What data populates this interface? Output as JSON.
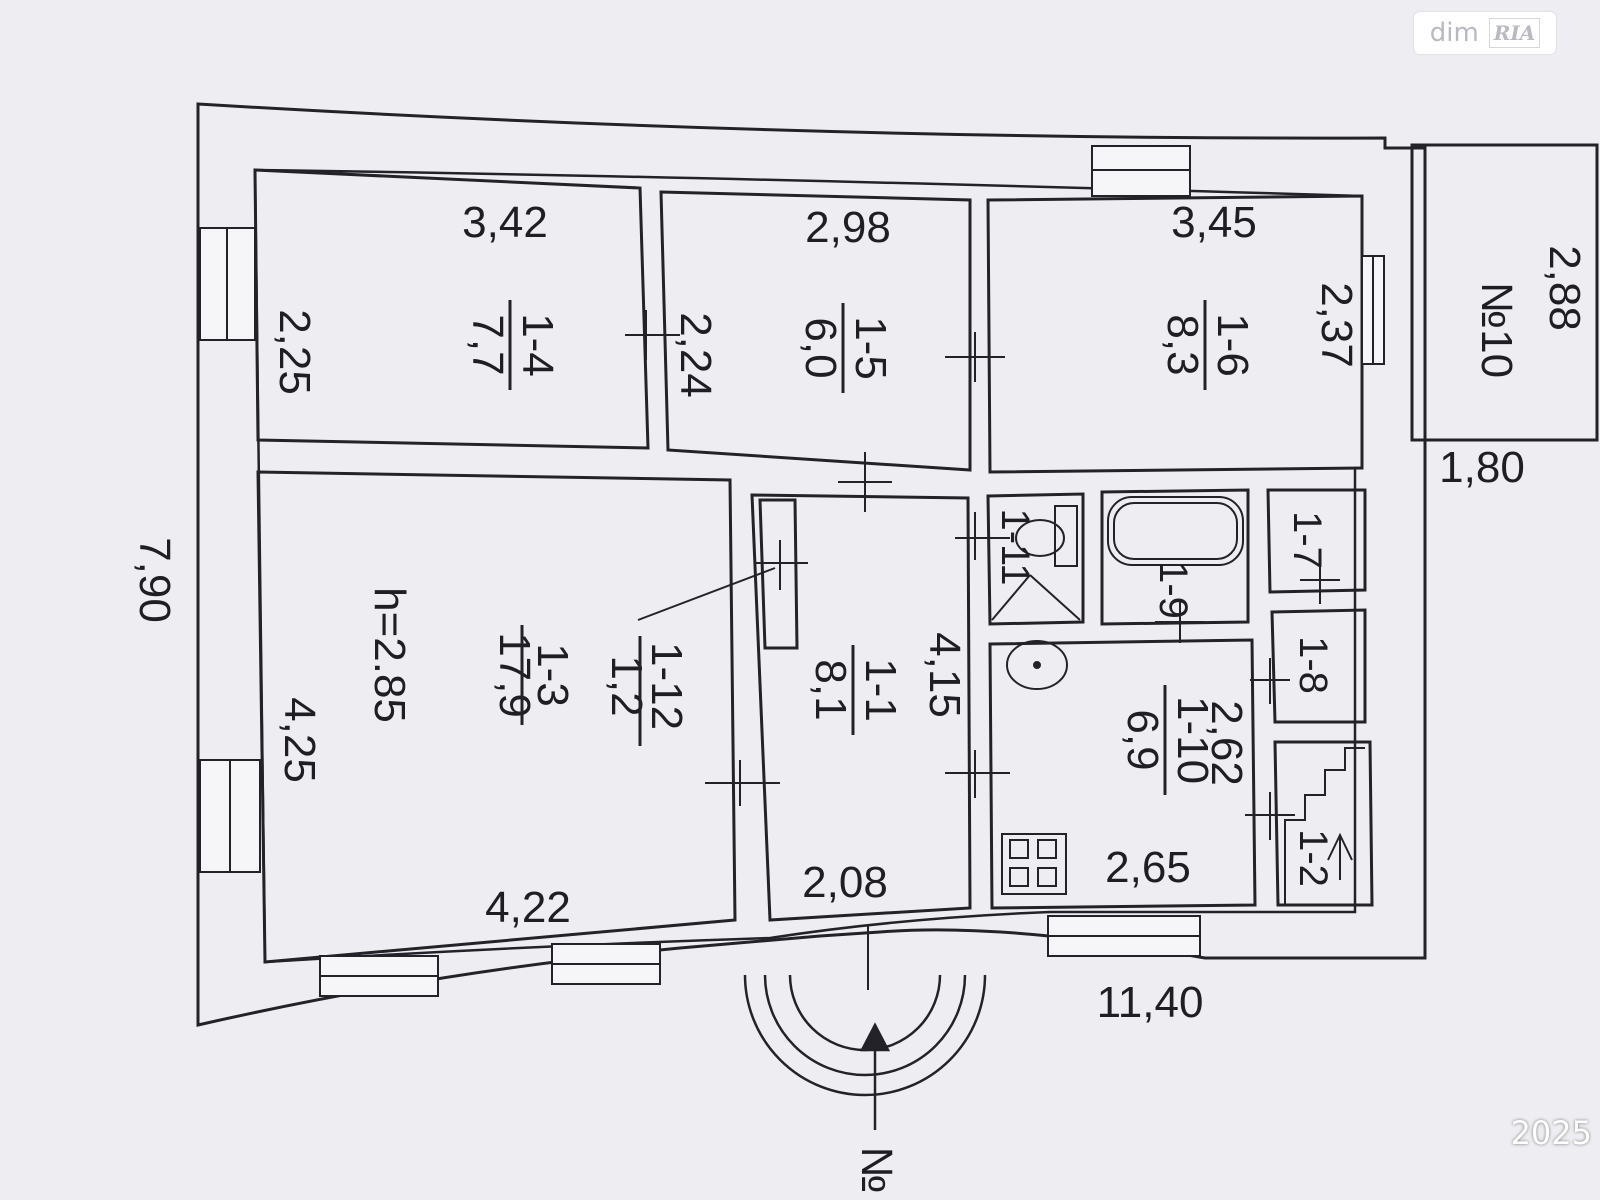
{
  "watermark": {
    "text_a": "dim",
    "text_b": "RIA"
  },
  "date_stamp": "2025",
  "north_marker": "№",
  "overall": {
    "width": "11,40",
    "depth": "7,90"
  },
  "rooms": [
    {
      "id": "1-4",
      "area": "7,7",
      "length": "3,42",
      "width": "2,25"
    },
    {
      "id": "1-5",
      "area": "6,0",
      "length": "2,98",
      "width": "2,24"
    },
    {
      "id": "1-6",
      "area": "8,3",
      "length": "3,45",
      "width": "2,37"
    },
    {
      "id": "1-3",
      "area": "17,9",
      "length": "4,22",
      "width": "4,25",
      "height": "h=2.85"
    },
    {
      "id": "1-12",
      "area": "1,2"
    },
    {
      "id": "1-1",
      "area": "8,1",
      "length": "4,15",
      "width": "2,08"
    },
    {
      "id": "1-10",
      "area": "6,9",
      "length": "2,65",
      "width": "2,62"
    },
    {
      "id": "1-11"
    },
    {
      "id": "1-9"
    },
    {
      "id": "1-7"
    },
    {
      "id": "1-8"
    },
    {
      "id": "1-2"
    }
  ],
  "annex": {
    "label": "№10",
    "length": "2,88",
    "width": "1,80"
  }
}
